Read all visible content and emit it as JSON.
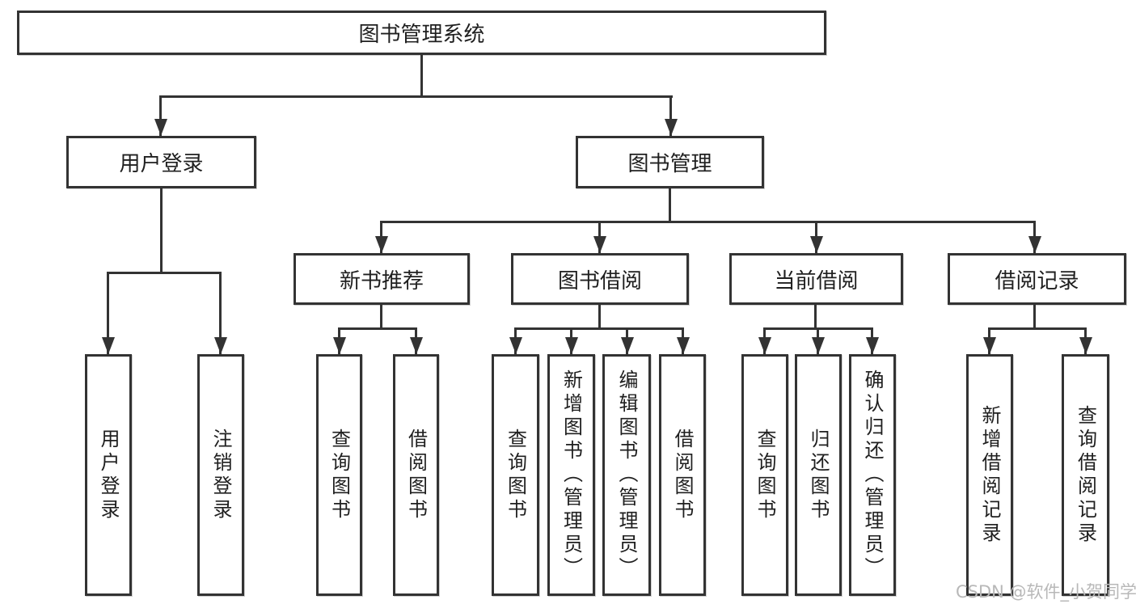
{
  "diagram": {
    "root": {
      "label": "图书管理系统"
    },
    "login_branch": {
      "label": "用户登录",
      "children": [
        {
          "label": "用户登录"
        },
        {
          "label": "注销登录"
        }
      ]
    },
    "mgmt_branch": {
      "label": "图书管理",
      "groups": [
        {
          "label": "新书推荐",
          "children": [
            {
              "label": "查询图书"
            },
            {
              "label": "借阅图书"
            }
          ]
        },
        {
          "label": "图书借阅",
          "children": [
            {
              "label": "查询图书"
            },
            {
              "label": "新增图书（管理员）"
            },
            {
              "label": "编辑图书（管理员）"
            },
            {
              "label": "借阅图书"
            }
          ]
        },
        {
          "label": "当前借阅",
          "children": [
            {
              "label": "查询图书"
            },
            {
              "label": "归还图书"
            },
            {
              "label": "确认归还（管理员）"
            }
          ]
        },
        {
          "label": "借阅记录",
          "children": [
            {
              "label": "新增借阅记录"
            },
            {
              "label": "查询借阅记录"
            }
          ]
        }
      ]
    },
    "watermark": "CSDN @软件_小贺同学",
    "colors": {
      "line": "#333333",
      "text": "#1f1f1f",
      "background": "#ffffff",
      "watermark": "#b8b8b8"
    }
  }
}
